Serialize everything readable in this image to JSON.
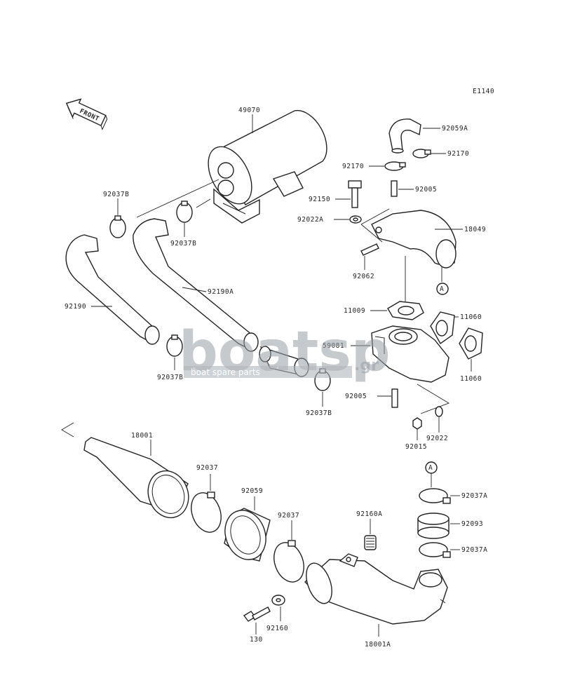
{
  "diagram": {
    "code": "E1140",
    "front_label": "FRONT",
    "ref_mark": "A",
    "watermark": {
      "brand_main": "boatsp",
      "brand_suffix": ".gr",
      "tagline": "boat spare parts"
    },
    "parts": {
      "p49070": "49070",
      "p92059A": "92059A",
      "p92170a": "92170",
      "p92170b": "92170",
      "p92150": "92150",
      "p92005a": "92005",
      "p92022A": "92022A",
      "p18049": "18049",
      "p92062": "92062",
      "p92037Ba": "92037B",
      "p92037Bb": "92037B",
      "p92037Bc": "92037B",
      "p92037Bd": "92037B",
      "p92190A": "92190A",
      "p92190": "92190",
      "p11009": "11009",
      "p11060a": "11060",
      "p11060b": "11060",
      "p59081": "59081",
      "p92005b": "92005",
      "p92015": "92015",
      "p92022": "92022",
      "p18001": "18001",
      "p92037a": "92037",
      "p92059": "92059",
      "p92037b": "92037",
      "p92160A": "92160A",
      "p92037Aa": "92037A",
      "p92093": "92093",
      "p92037Ab": "92037A",
      "p130": "130",
      "p92160": "92160",
      "p18001A": "18001A"
    }
  }
}
